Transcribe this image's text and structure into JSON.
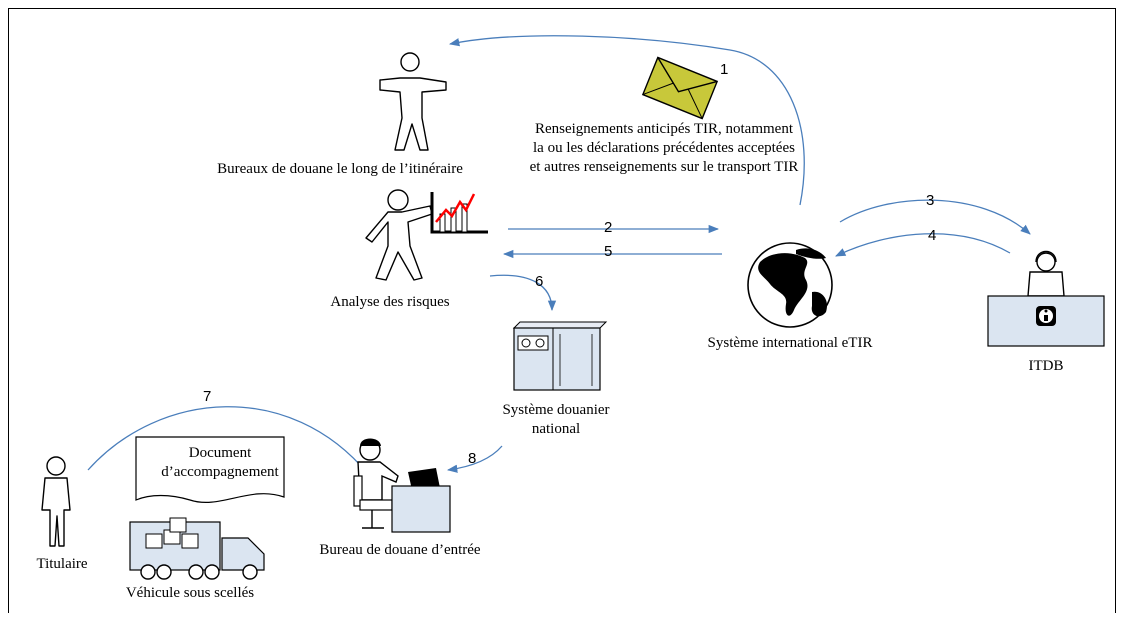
{
  "labels": {
    "bureaux_itineraire": "Bureaux de douane le long de l’itinéraire",
    "renseignements": "Renseignements anticipés TIR, notamment la ou les déclarations précédentes acceptées et autres renseignements sur le transport TIR",
    "analyse_risques": "Analyse des risques",
    "systeme_international": "Système international eTIR",
    "itdb": "ITDB",
    "systeme_national": "Système douanier national",
    "document": "Document d’accompagnement",
    "titulaire": "Titulaire",
    "vehicule": "Véhicule sous scellés",
    "bureau_entree": "Bureau de douane d’entrée"
  },
  "steps": [
    "1",
    "2",
    "3",
    "4",
    "5",
    "6",
    "7",
    "8"
  ],
  "colors": {
    "arrow": "#4a7ebb",
    "envelope": "#c8c83a",
    "chart_line": "#ff0000",
    "panel": "#dbe5f1",
    "figure_fill": "#ffffff",
    "stroke": "#000000"
  }
}
